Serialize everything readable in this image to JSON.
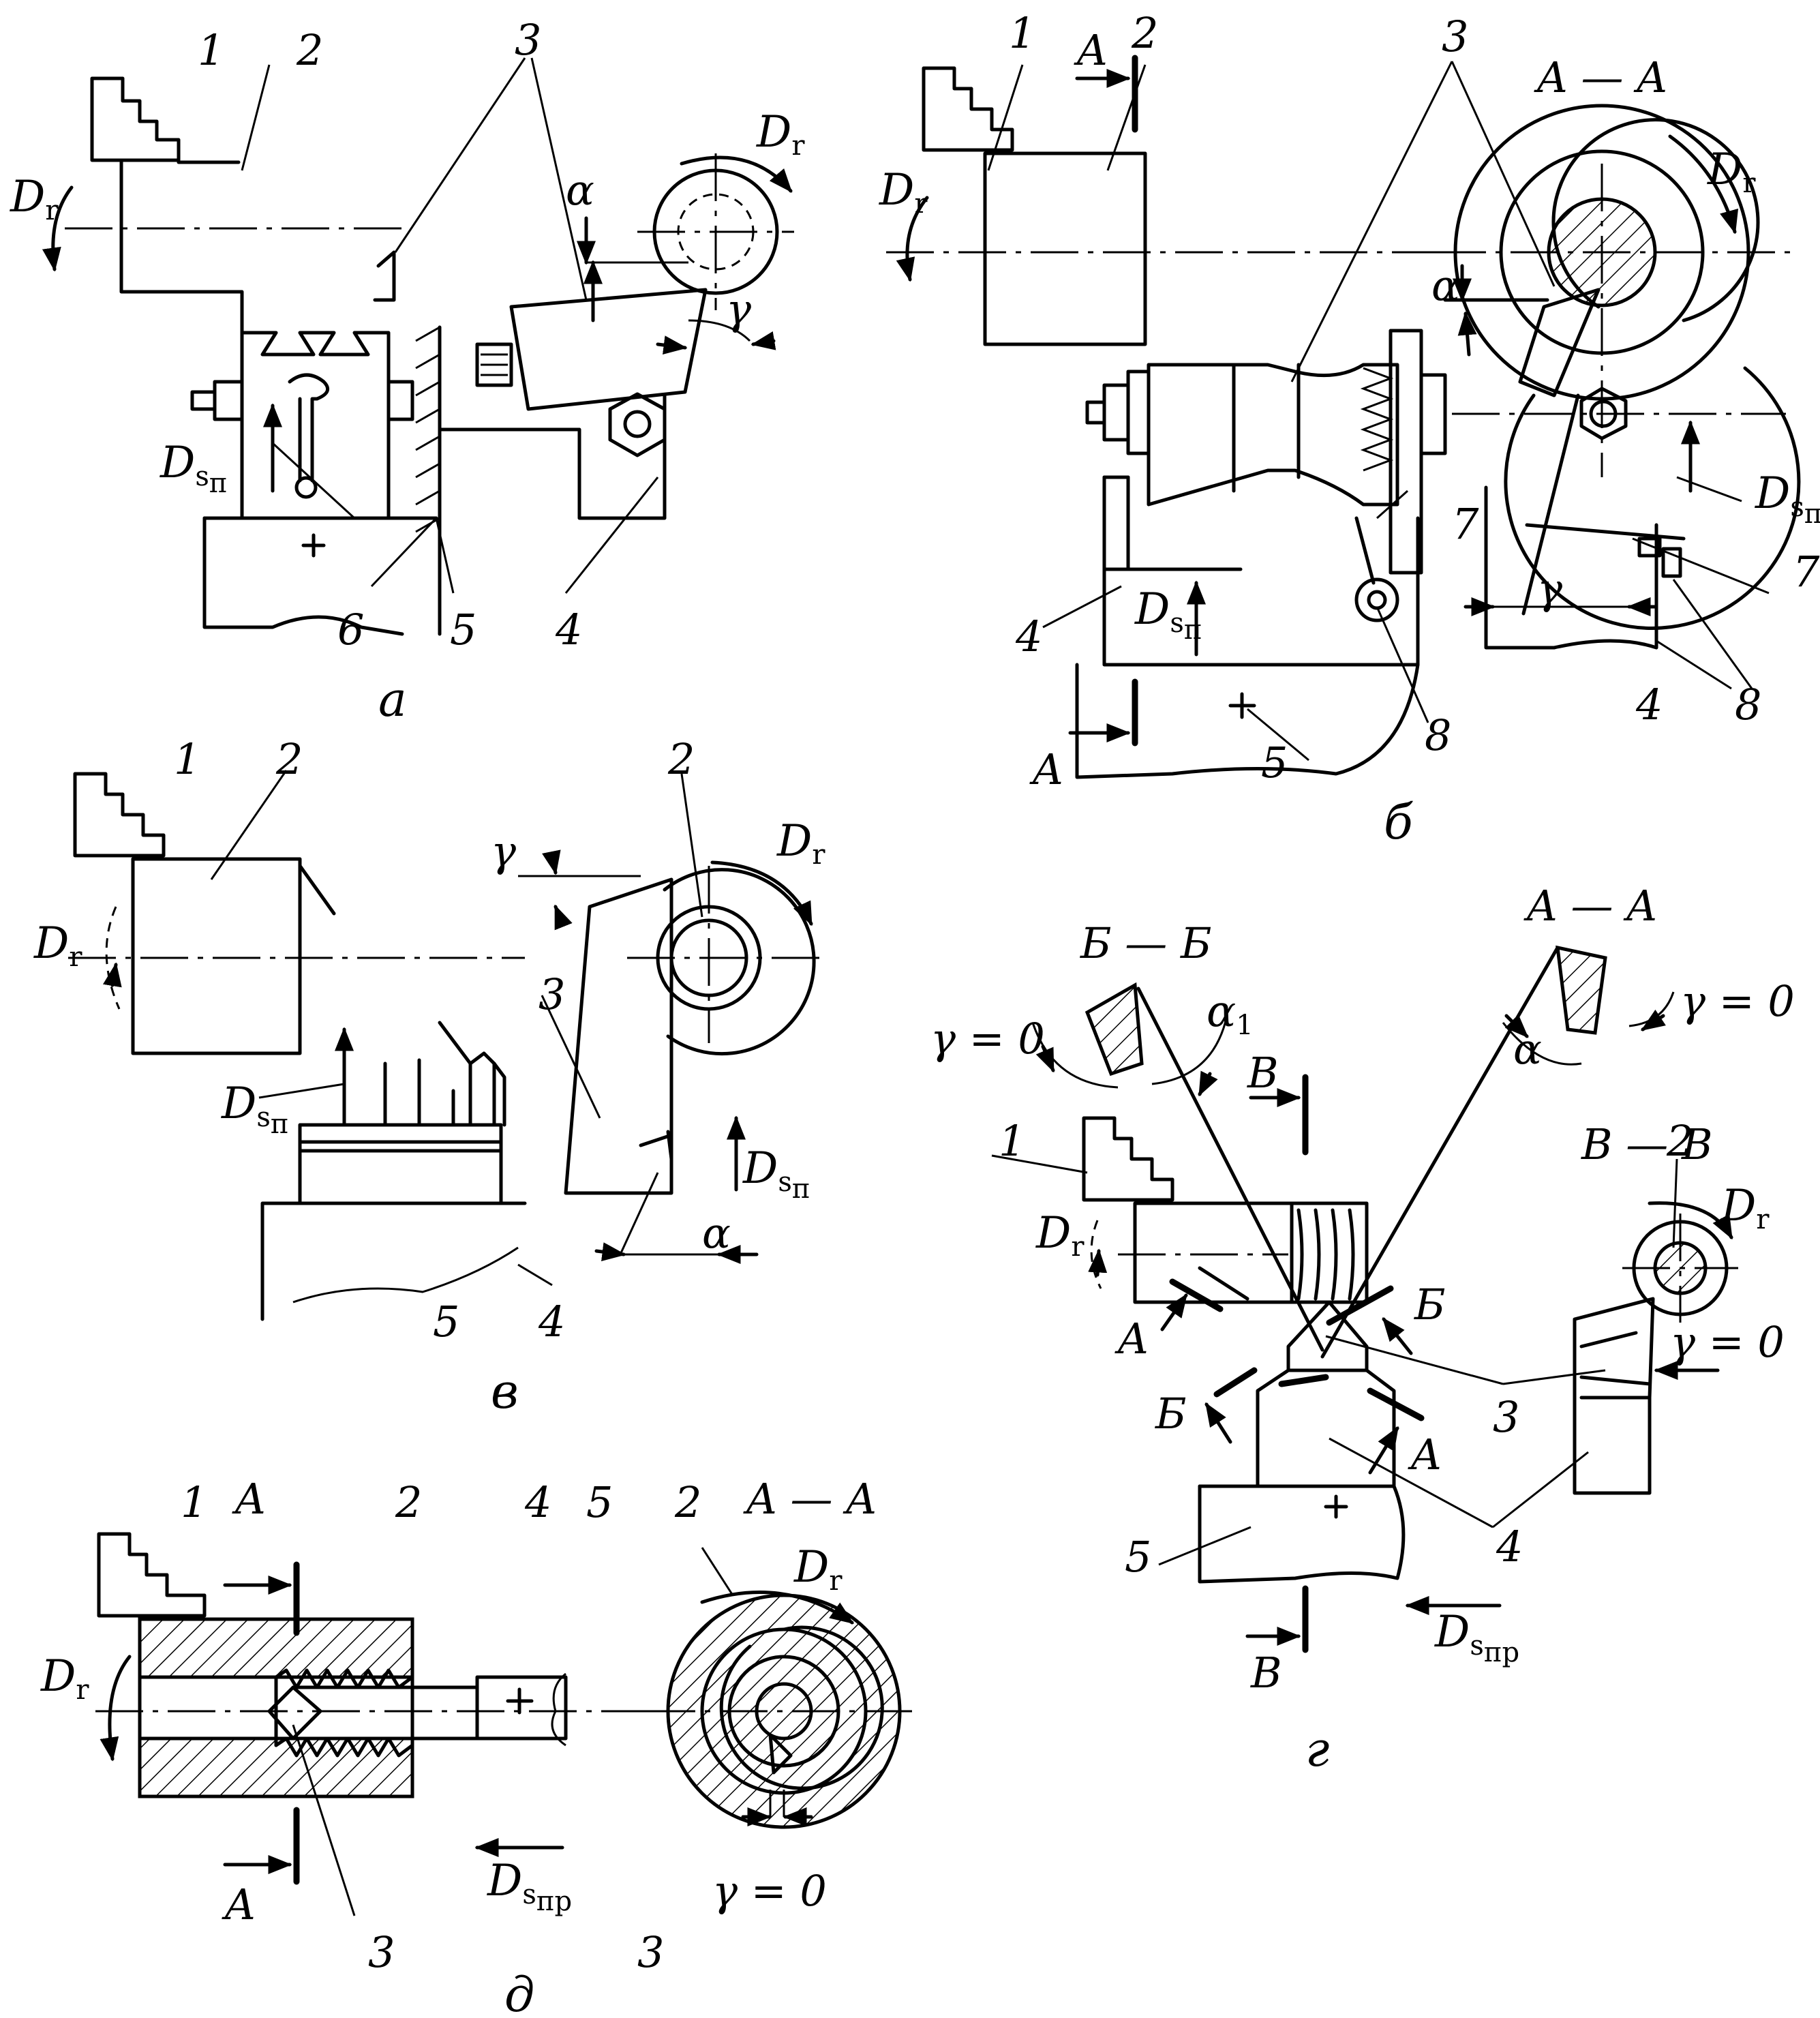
{
  "labels": {
    "n1": "1",
    "n2": "2",
    "n3": "3",
    "n4": "4",
    "n5": "5",
    "n6": "6",
    "n7": "7",
    "n8": "8",
    "Dr": "D",
    "Dr_sub": "r",
    "Ds": "D",
    "Ds_sub_n": "s",
    "Ds_sub_n2": "п",
    "Ds_sub_pr2": "пр",
    "alpha": "α",
    "alpha1": "α",
    "alpha1_sub": "1",
    "gamma": "γ",
    "gamma0": "γ = 0",
    "secA": "A",
    "secB": "Б",
    "secV": "B",
    "AA": "A — A",
    "BB": "Б — Б",
    "VV": "B — B"
  },
  "captions": {
    "a": "а",
    "b": "б",
    "v": "в",
    "g": "г",
    "d": "д"
  }
}
